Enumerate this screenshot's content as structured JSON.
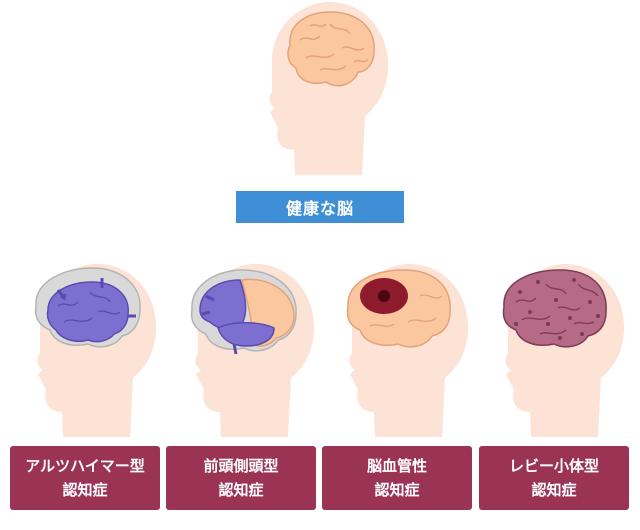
{
  "healthy": {
    "label": "健康な脳"
  },
  "types": [
    {
      "line1": "アルツハイマー型",
      "line2": "認知症",
      "brain": "alzheimer"
    },
    {
      "line1": "前頭側頭型",
      "line2": "認知症",
      "brain": "frontotemporal"
    },
    {
      "line1": "脳血管性",
      "line2": "認知症",
      "brain": "vascular"
    },
    {
      "line1": "レビー小体型",
      "line2": "認知症",
      "brain": "lewy"
    }
  ],
  "colors": {
    "skin": "#fde3d6",
    "brain_healthy": "#fbc79f",
    "atrophy": "#7d6fd0",
    "shrunk_outline": "#c9c9c9",
    "hemorrhage": "#8e1a2e",
    "lewy_brain": "#b56a86",
    "healthy_label_bg": "#3f8fd6",
    "type_label_bg": "#9a3354"
  }
}
